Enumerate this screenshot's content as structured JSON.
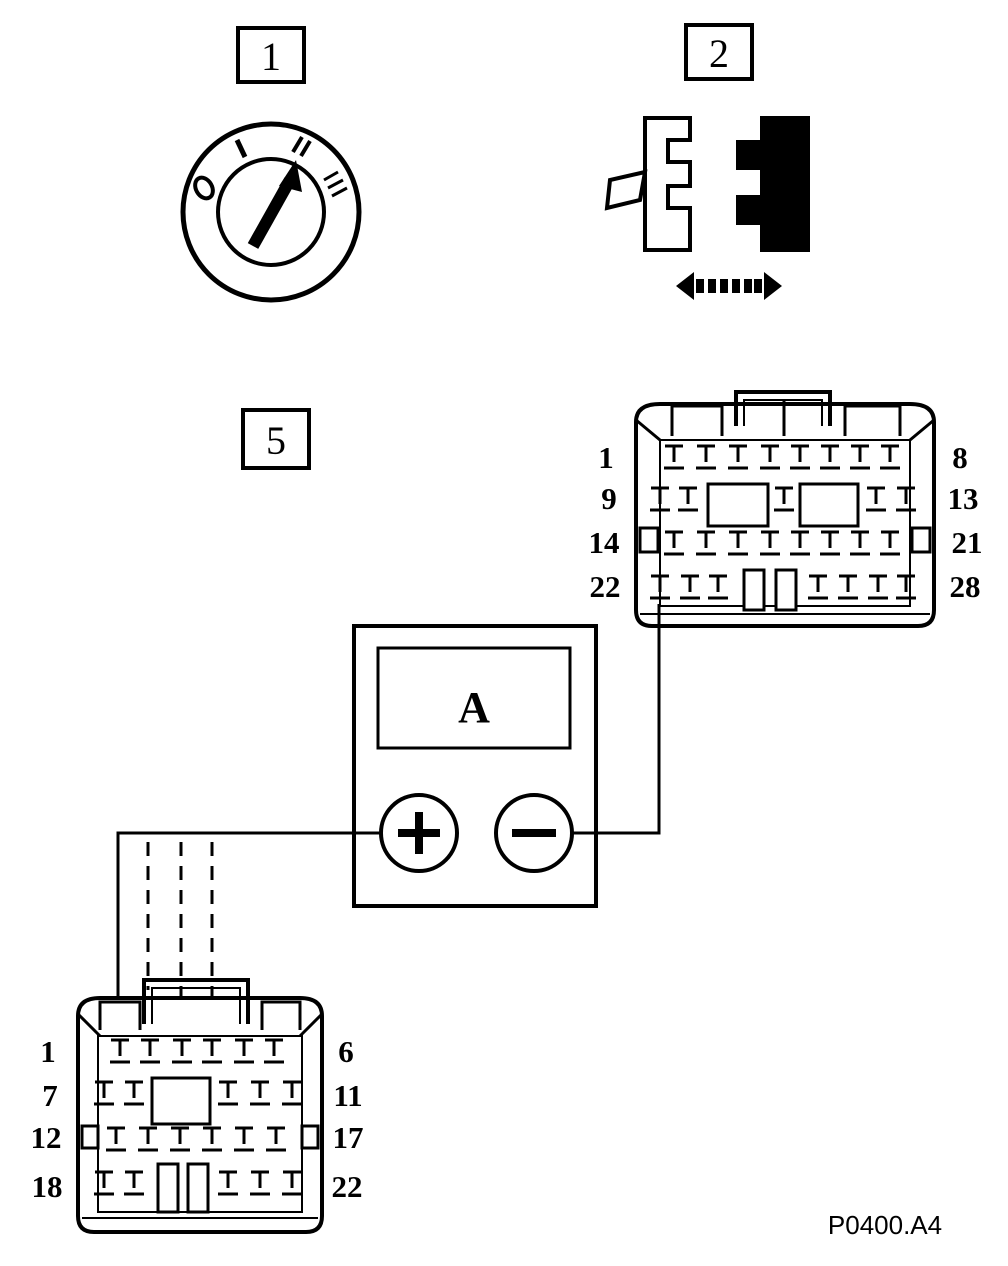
{
  "step_boxes": {
    "step1": "1",
    "step2": "2",
    "step5": "5"
  },
  "meter": {
    "unit": "A",
    "plus_symbol": "+",
    "minus_symbol": "−"
  },
  "connector_top": {
    "row1": {
      "left": "1",
      "right": "8"
    },
    "row2": {
      "left": "9",
      "right": "13"
    },
    "row3": {
      "left": "14",
      "right": "21"
    },
    "row4": {
      "left": "22",
      "right": "28"
    }
  },
  "connector_bottom": {
    "row1": {
      "left": "1",
      "right": "6"
    },
    "row2": {
      "left": "7",
      "right": "11"
    },
    "row3": {
      "left": "12",
      "right": "17"
    },
    "row4": {
      "left": "18",
      "right": "22"
    }
  },
  "ignition_positions": {
    "pos0": "0",
    "pos1": "I",
    "pos2": "II",
    "pos3": "III"
  },
  "reference": "P0400.A4"
}
